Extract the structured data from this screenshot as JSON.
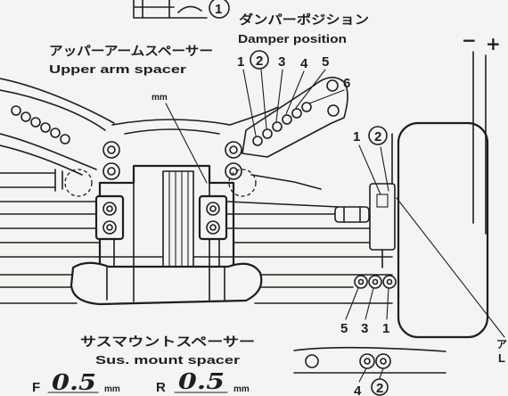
{
  "top_marker": {
    "label": "1"
  },
  "damper_position": {
    "title_jp": "ダンパーポジション",
    "title_en": "Damper position",
    "positions": [
      {
        "label": "1",
        "circled": false
      },
      {
        "label": "2",
        "circled": true
      },
      {
        "label": "3",
        "circled": false
      },
      {
        "label": "4",
        "circled": false
      },
      {
        "label": "5",
        "circled": false
      },
      {
        "label": "6",
        "circled": false
      }
    ]
  },
  "upper_arm_spacer": {
    "title_jp": "アッパーアームスペーサー",
    "title_en": "Upper arm spacer",
    "unit": "mm"
  },
  "upper_link": {
    "positions": [
      {
        "label": "1",
        "circled": false
      },
      {
        "label": "2",
        "circled": true
      }
    ]
  },
  "camber": {
    "minus": "−",
    "plus": "+"
  },
  "lower_arm": {
    "positions": [
      {
        "label": "5"
      },
      {
        "label": "3"
      },
      {
        "label": "1"
      }
    ]
  },
  "sus_mount_spacer": {
    "title_jp": "サスマウントスペーサー",
    "title_en": "Sus. mount spacer",
    "front": {
      "label": "F",
      "value": "0.5",
      "unit": "mm"
    },
    "rear": {
      "label": "R",
      "value": "0.5",
      "unit": "mm"
    }
  },
  "inset": {
    "positions": [
      {
        "label": "4",
        "circled": false
      },
      {
        "label": "2",
        "circled": true
      }
    ]
  },
  "edge_text": {
    "jp": "ア",
    "en": "L"
  },
  "colors": {
    "ink": "#1e1e1e",
    "paper": "#f4f4f2"
  }
}
